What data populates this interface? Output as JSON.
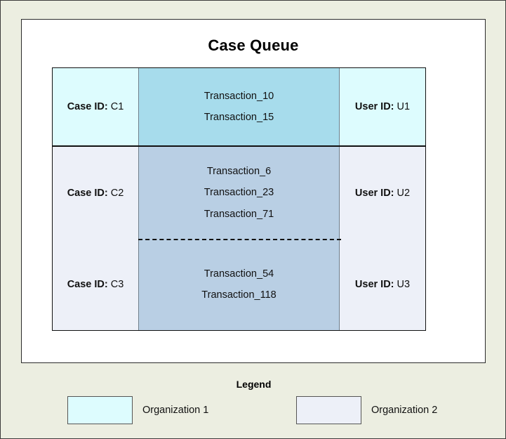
{
  "page": {
    "background_color": "#eceee1",
    "panel_background": "#ffffff"
  },
  "panel": {
    "title": "Case Queue"
  },
  "queue": {
    "case_label": "Case ID:",
    "user_label": "User ID:",
    "groups": [
      {
        "organization": "Organization 1",
        "side_color": "#ddfcfe",
        "mid_color": "#a7dcec",
        "rows": [
          {
            "case_id": "C1",
            "user_id": "U1",
            "transactions": [
              "Transaction_10",
              "Transaction_15"
            ]
          }
        ]
      },
      {
        "organization": "Organization 2",
        "side_color": "#edf0f8",
        "mid_color": "#b9cfe4",
        "rows": [
          {
            "case_id": "C2",
            "user_id": "U2",
            "transactions": [
              "Transaction_6",
              "Transaction_23",
              "Transaction_71"
            ]
          },
          {
            "case_id": "C3",
            "user_id": "U3",
            "transactions": [
              "Transaction_54",
              "Transaction_118"
            ]
          }
        ]
      }
    ]
  },
  "legend": {
    "title": "Legend",
    "items": [
      {
        "label": "Organization 1",
        "color": "#ddfcfe"
      },
      {
        "label": "Organization 2",
        "color": "#edf0f8"
      }
    ]
  }
}
